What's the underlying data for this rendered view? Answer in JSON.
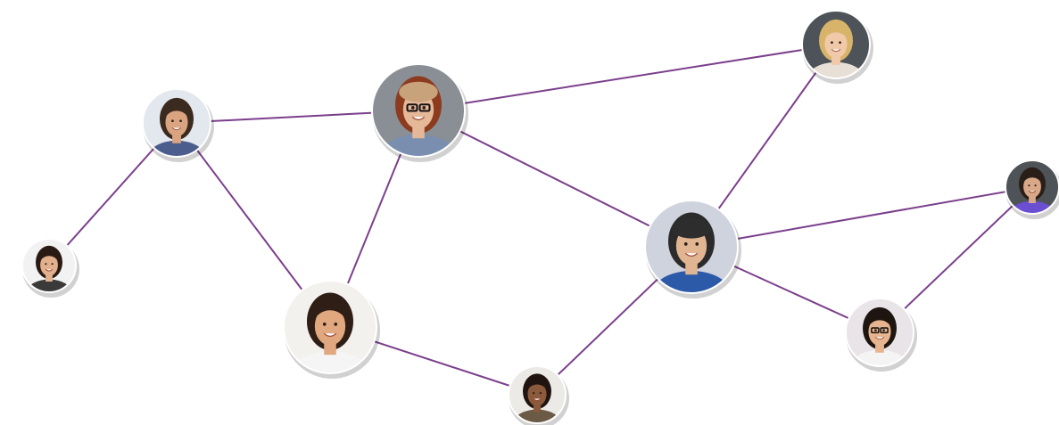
{
  "network": {
    "edge_color": "#7b3f8c",
    "nodes": [
      {
        "id": "man-beard",
        "icon": "person-avatar-icon",
        "bg": "#e3e7ee",
        "hair": "#3b2a1e",
        "skin": "#d9a47f",
        "shirt": "#4a5d8c",
        "hat": null,
        "glasses": false
      },
      {
        "id": "woman-hat-glasses",
        "icon": "person-avatar-icon",
        "bg": "#8a8f96",
        "hair": "#8c3b1e",
        "skin": "#e6b89a",
        "shirt": "#7a8fb0",
        "hat": "#c8a27a",
        "glasses": true
      },
      {
        "id": "woman-blonde",
        "icon": "person-avatar-icon",
        "bg": "#4d5358",
        "hair": "#d8b36a",
        "skin": "#f0c9a8",
        "shirt": "#e8e0d6",
        "hat": null,
        "glasses": false
      },
      {
        "id": "woman-dark-hair",
        "icon": "person-avatar-icon",
        "bg": "#f2f2f2",
        "hair": "#2a1a14",
        "skin": "#e2b08c",
        "shirt": "#3a3a3a",
        "hat": null,
        "glasses": false
      },
      {
        "id": "woman-smile",
        "icon": "person-avatar-icon",
        "bg": "#f3f1ee",
        "hair": "#2e1e16",
        "skin": "#e1a87f",
        "shirt": "#f5f5f5",
        "hat": null,
        "glasses": false
      },
      {
        "id": "man-beanie",
        "icon": "person-avatar-icon",
        "bg": "#cfd3dd",
        "hair": "#2b2b2b",
        "skin": "#e2b592",
        "shirt": "#2c5aa8",
        "hat": "#2d2d2d",
        "glasses": false
      },
      {
        "id": "man-young",
        "icon": "person-avatar-icon",
        "bg": "#eceae6",
        "hair": "#1f1410",
        "skin": "#8b5a3c",
        "shirt": "#6b5a46",
        "hat": null,
        "glasses": false
      },
      {
        "id": "man-suit",
        "icon": "person-avatar-icon",
        "bg": "#4e5357",
        "hair": "#2a1f18",
        "skin": "#d8a888",
        "shirt": "#6a4fd0",
        "hat": null,
        "glasses": false
      },
      {
        "id": "woman-glasses",
        "icon": "person-avatar-icon",
        "bg": "#e9e4e8",
        "hair": "#1e1510",
        "skin": "#e6b48e",
        "shirt": "#f4f4f4",
        "hat": null,
        "glasses": true
      }
    ],
    "edges": [
      [
        "woman-dark-hair",
        "man-beard"
      ],
      [
        "man-beard",
        "woman-hat-glasses"
      ],
      [
        "man-beard",
        "woman-smile"
      ],
      [
        "woman-hat-glasses",
        "woman-smile"
      ],
      [
        "woman-hat-glasses",
        "woman-blonde"
      ],
      [
        "woman-hat-glasses",
        "man-beanie"
      ],
      [
        "woman-smile",
        "man-young"
      ],
      [
        "man-young",
        "man-beanie"
      ],
      [
        "man-beanie",
        "woman-blonde"
      ],
      [
        "man-beanie",
        "man-suit"
      ],
      [
        "man-beanie",
        "woman-glasses"
      ],
      [
        "woman-glasses",
        "man-suit"
      ]
    ]
  }
}
